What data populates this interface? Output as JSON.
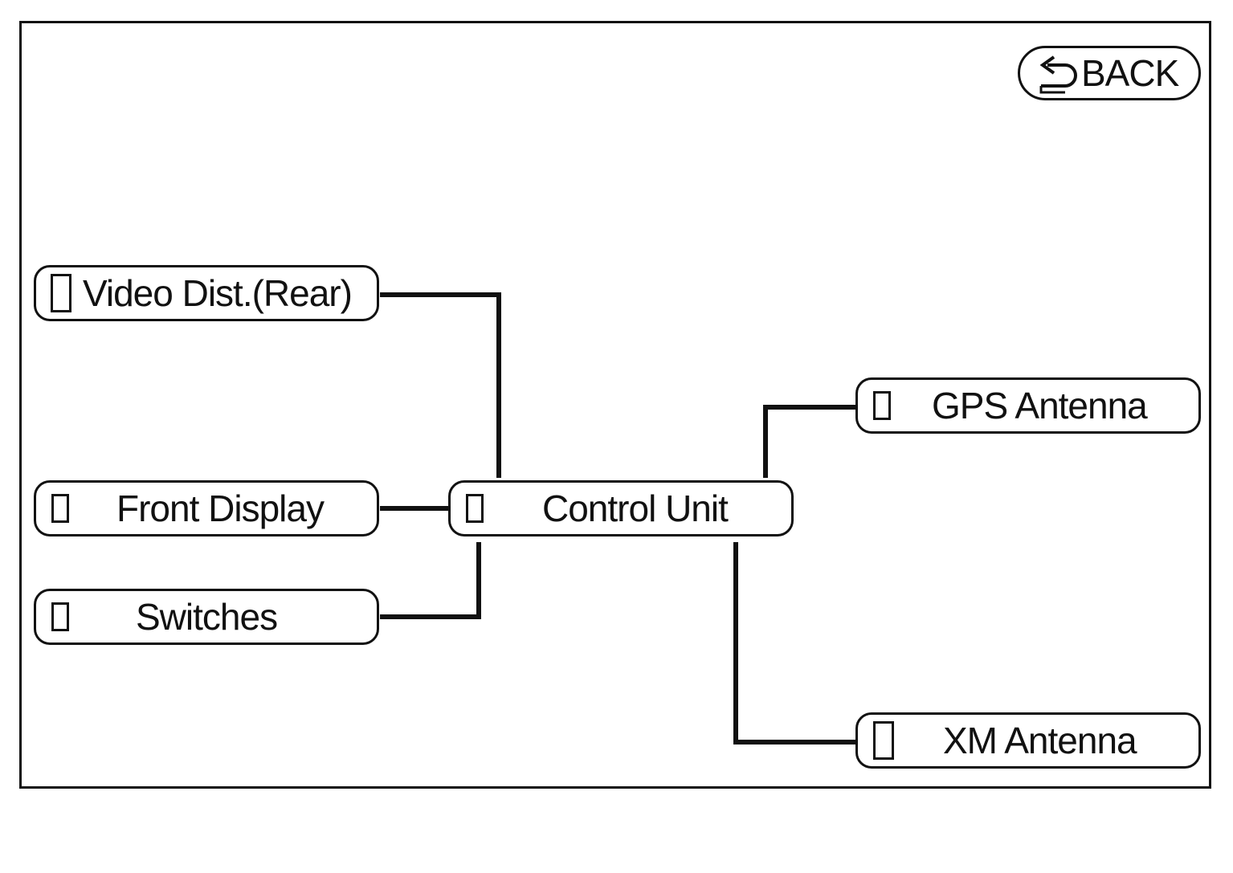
{
  "back_button": {
    "label": "BACK",
    "icon": "return-arrow-icon"
  },
  "modules": {
    "video_dist_rear": {
      "label": "Video Dist.(Rear)"
    },
    "front_display": {
      "label": "Front Display"
    },
    "switches": {
      "label": "Switches"
    },
    "control_unit": {
      "label": "Control Unit"
    },
    "gps_antenna": {
      "label": "GPS Antenna"
    },
    "xm_antenna": {
      "label": "XM Antenna"
    }
  },
  "colors": {
    "line": "#111111",
    "background": "#ffffff"
  }
}
